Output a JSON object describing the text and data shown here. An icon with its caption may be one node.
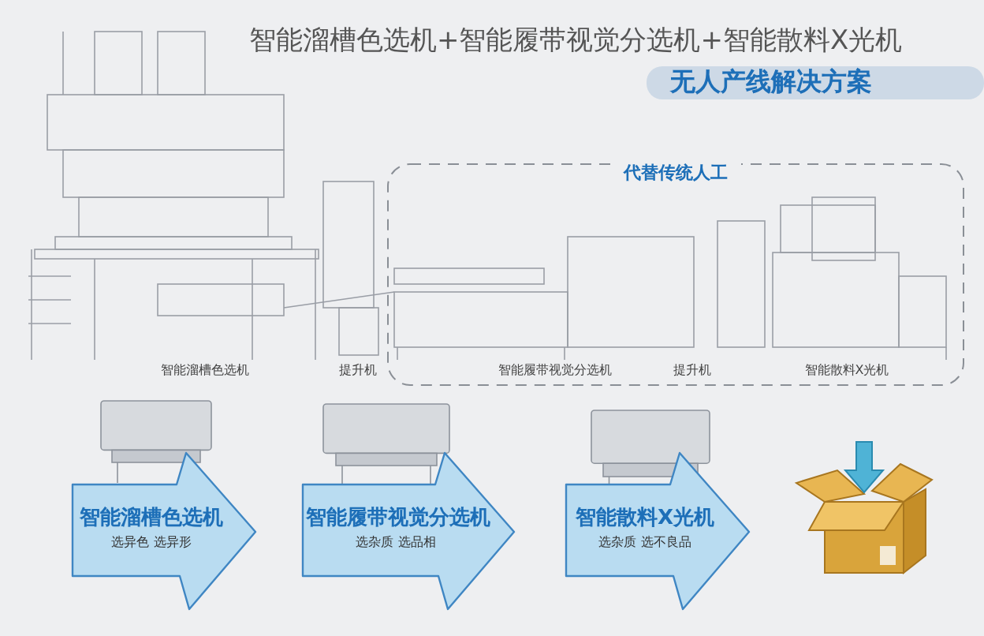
{
  "diagram": {
    "title": "智能溜槽色选机+智能履带视觉分选机+智能散料X光机",
    "nodes": [
      {
        "text": [
          "代替传统人工"
        ]
      },
      {
        "text": [
          "智能溜槽色选机",
          "选异色 选异形"
        ]
      },
      {
        "text": [
          "智能履带视觉分选机",
          "选杂质 选品相"
        ]
      },
      {
        "text": [
          "智能散料X光机",
          "选杂质 选不良品"
        ]
      },
      {
        "text": [],
        "shape": "picture"
      }
    ],
    "labels": [
      "无人产线解决方案",
      "智能溜槽色选机",
      "提升机",
      "智能履带视觉分选机",
      "提升机",
      "智能散料X光机"
    ]
  }
}
